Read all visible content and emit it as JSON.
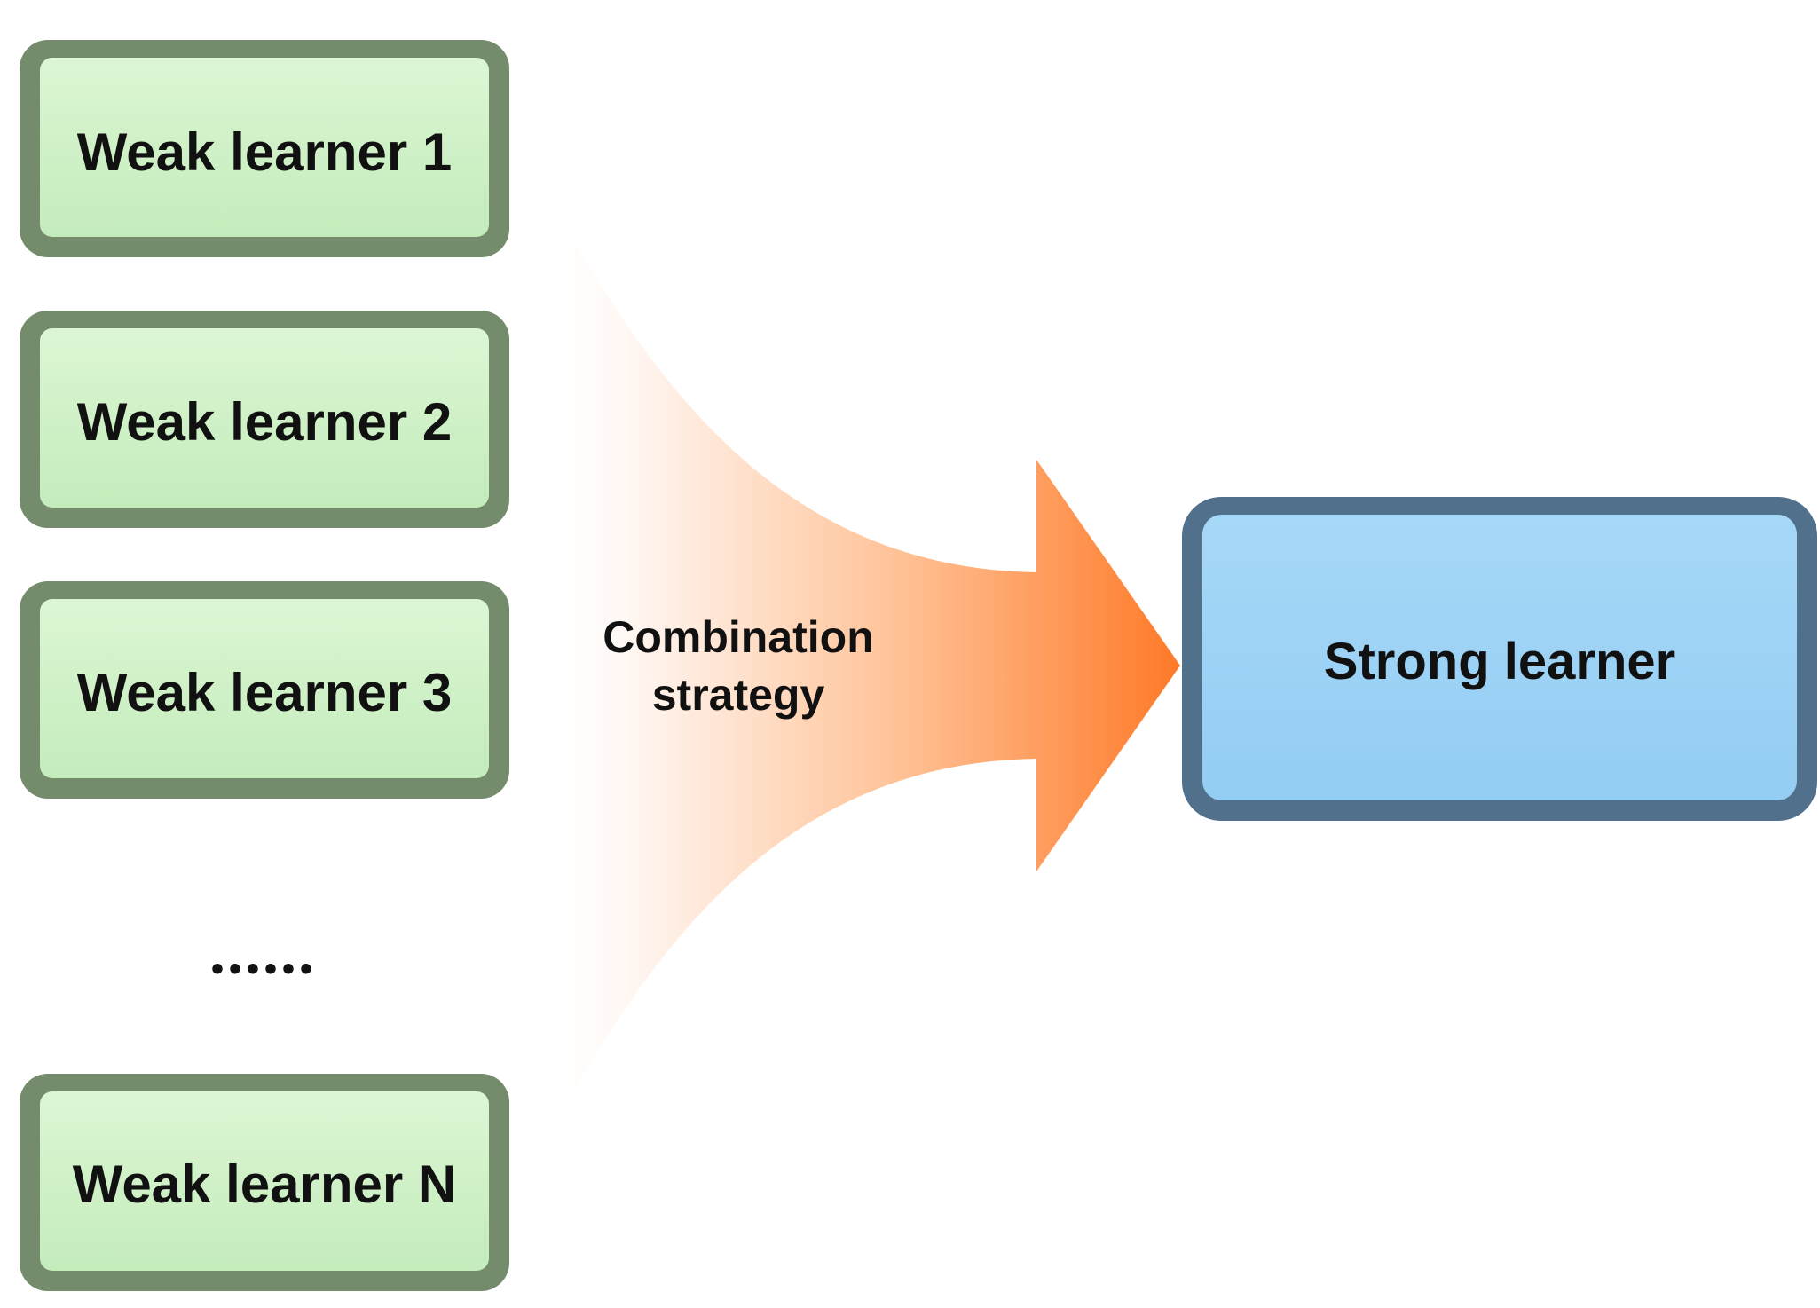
{
  "weak_learners": [
    {
      "label": "Weak learner 1"
    },
    {
      "label": "Weak learner 2"
    },
    {
      "label": "Weak learner 3"
    },
    {
      "label": "Weak learner N"
    }
  ],
  "ellipsis": "••••••",
  "combination": {
    "line1": "Combination",
    "line2": "strategy"
  },
  "strong_learner": {
    "label": "Strong learner"
  },
  "colors": {
    "weak_fill": "#c8eec0",
    "weak_border": "#748c6c",
    "strong_fill": "#98d0f4",
    "strong_border": "#50708c",
    "arrow_tip": "#ff8030",
    "arrow_tail": "#fff4ee",
    "text": "#111111"
  }
}
